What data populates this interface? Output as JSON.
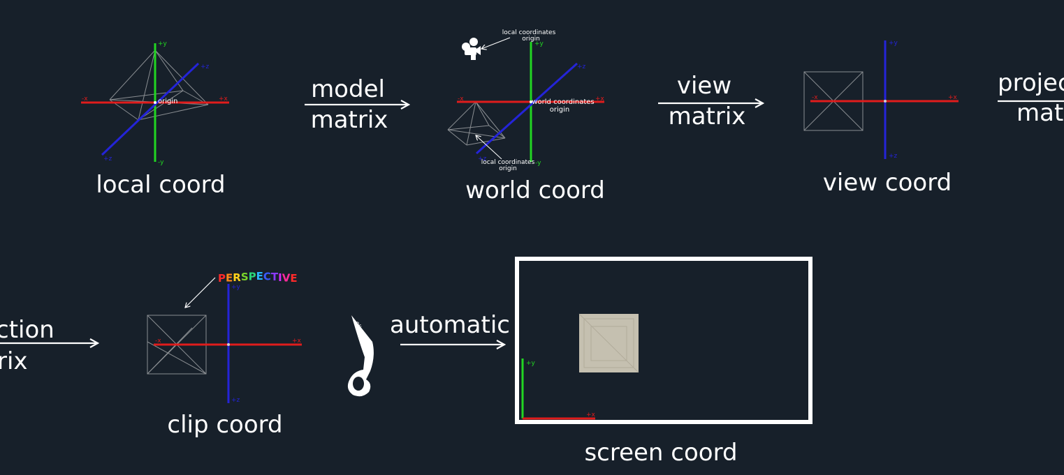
{
  "stages": {
    "local": {
      "caption": "local coord",
      "origin_label": "origin",
      "axes": {
        "pos_y": "+y",
        "neg_y": "-y",
        "pos_x": "+x",
        "neg_x": "-x",
        "pos_z": "+z",
        "neg_z": "+z"
      }
    },
    "world": {
      "caption": "world coord",
      "world_origin_line1": "world coordinates",
      "world_origin_line2": "origin",
      "local_origin_top_line1": "local coordinates",
      "local_origin_top_line2": "origin",
      "local_origin_bottom_line1": "local coordinates",
      "local_origin_bottom_line2": "origin",
      "axes": {
        "pos_y": "+y",
        "neg_y": "-y",
        "pos_x": "+x",
        "neg_x": "-x",
        "pos_z": "+z",
        "neg_z": "+z"
      }
    },
    "view": {
      "caption": "view coord",
      "axes": {
        "pos_y": "+y",
        "neg_y": "+z",
        "pos_x": "+x",
        "neg_x": "-x"
      }
    },
    "clip": {
      "caption": "clip coord",
      "perspective_label": "PERSPECTIVE",
      "scissors_label": "clips stuff",
      "axes": {
        "pos_y": "+y",
        "neg_y": "+z",
        "pos_x": "+x",
        "neg_x": "-x"
      }
    },
    "screen": {
      "caption": "screen coord",
      "axes": {
        "pos_y": "+y",
        "pos_x": "+x"
      }
    }
  },
  "transitions": {
    "model": {
      "line1": "model",
      "line2": "matrix"
    },
    "view": {
      "line1": "view",
      "line2": "matrix"
    },
    "projection_top": {
      "line1": "projection",
      "line2": "matrix"
    },
    "projection_bottom": {
      "line1": "ction",
      "line2": "rix"
    },
    "automatic": {
      "line1": "automatic"
    }
  },
  "colors": {
    "background": "#17202a",
    "x_axis": "#e01c1c",
    "y_axis": "#22d622",
    "z_axis": "#2424d8",
    "wireframe": "#8a8e92",
    "screen_frame": "#ffffff",
    "screen_object": "#c5c0b0"
  },
  "perspective_colors": [
    "#ff2a2a",
    "#ff8a1a",
    "#ffd21a",
    "#7ad62a",
    "#2ad67a",
    "#2ab6ff",
    "#3a5aff",
    "#8a3aff",
    "#d62aff",
    "#ff2a9a",
    "#ff2a2a"
  ]
}
